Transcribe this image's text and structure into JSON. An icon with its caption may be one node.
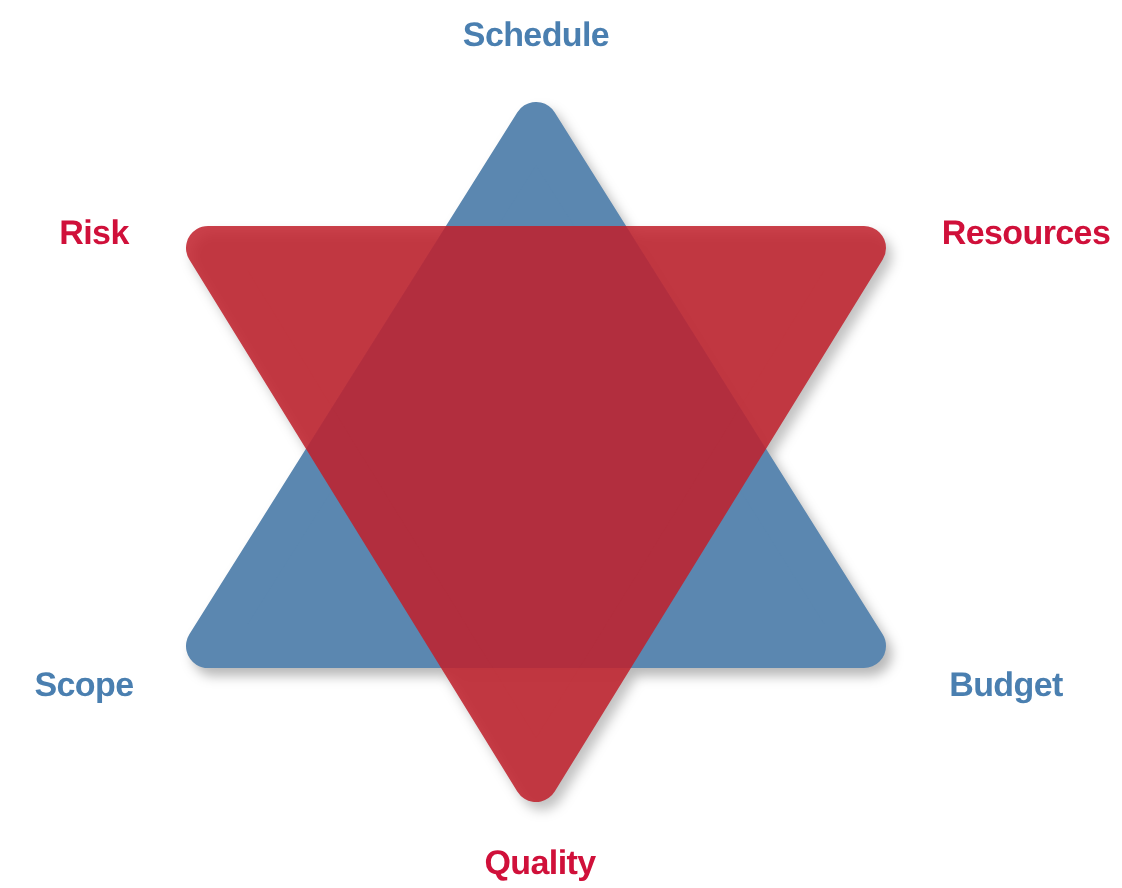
{
  "diagram": {
    "labels": [
      "Schedule",
      "Risk",
      "Resources",
      "Scope",
      "Budget",
      "Quality"
    ]
  }
}
